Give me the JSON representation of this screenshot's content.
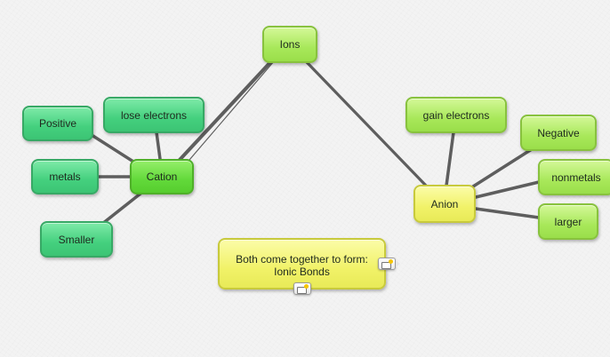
{
  "diagram": {
    "nodes": [
      {
        "id": "ions",
        "label": "Ions",
        "style": "lime"
      },
      {
        "id": "cation",
        "label": "Cation",
        "style": "green"
      },
      {
        "id": "anion",
        "label": "Anion",
        "style": "yellow"
      },
      {
        "id": "positive",
        "label": "Positive",
        "style": "teal"
      },
      {
        "id": "lose-electrons",
        "label": "lose electrons",
        "style": "teal"
      },
      {
        "id": "metals",
        "label": "metals",
        "style": "teal"
      },
      {
        "id": "smaller",
        "label": "Smaller",
        "style": "teal"
      },
      {
        "id": "gain-electrons",
        "label": "gain electrons",
        "style": "lime"
      },
      {
        "id": "negative",
        "label": "Negative",
        "style": "lime"
      },
      {
        "id": "nonmetals",
        "label": "nonmetals",
        "style": "lime"
      },
      {
        "id": "larger",
        "label": "larger",
        "style": "lime"
      }
    ],
    "edges": [
      {
        "from": "ions",
        "to": "cation"
      },
      {
        "from": "ions",
        "to": "anion"
      },
      {
        "from": "cation",
        "to": "positive"
      },
      {
        "from": "cation",
        "to": "lose-electrons"
      },
      {
        "from": "cation",
        "to": "metals"
      },
      {
        "from": "cation",
        "to": "smaller"
      },
      {
        "from": "anion",
        "to": "gain-electrons"
      },
      {
        "from": "anion",
        "to": "negative"
      },
      {
        "from": "anion",
        "to": "nonmetals"
      },
      {
        "from": "anion",
        "to": "larger"
      }
    ],
    "note": {
      "line1": "Both come together to form:",
      "line2": "Ionic Bonds",
      "style": "yellow"
    },
    "colors": {
      "edge": "#5e5e5e",
      "teal": "#44d07e",
      "green": "#62d93a",
      "lime": "#a8e85a",
      "yellow": "#f1f268"
    }
  }
}
